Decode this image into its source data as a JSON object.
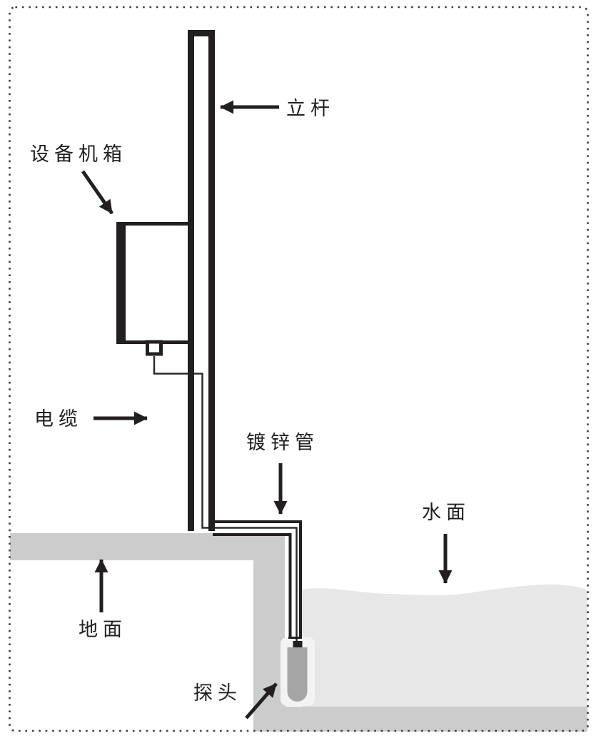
{
  "figure": {
    "type": "installation-diagram",
    "labels": {
      "pole": "立杆",
      "cabinet": "设备机箱",
      "cable": "电缆",
      "galvanized_pipe": "镀锌管",
      "water_surface": "水面",
      "ground": "地面",
      "probe": "探头"
    },
    "colors": {
      "line": "#231f20",
      "ground_gray": "#cccccc",
      "water_gray": "#e7e7e7",
      "bed_gray": "#cccccc",
      "probe_gray": "#a5a5a5",
      "probe_halo": "#f3f3f3",
      "background": "#ffffff"
    }
  }
}
